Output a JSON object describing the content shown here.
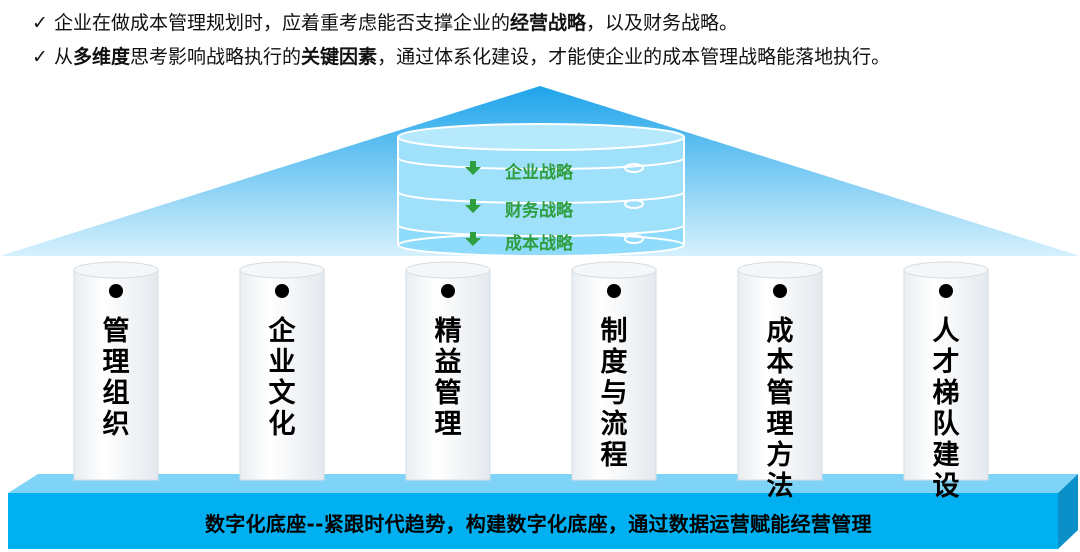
{
  "bullets": [
    {
      "check": "✓",
      "parts": [
        {
          "text": "企业在做成本管理规划时，应着重考虑能否支撑企业的",
          "bold": false
        },
        {
          "text": "经营战略",
          "bold": true
        },
        {
          "text": "，以及财务战略。",
          "bold": false
        }
      ]
    },
    {
      "check": "✓",
      "parts": [
        {
          "text": "从",
          "bold": false
        },
        {
          "text": "多维度",
          "bold": true
        },
        {
          "text": "思考影响战略执行的",
          "bold": false
        },
        {
          "text": "关键因素",
          "bold": true
        },
        {
          "text": "，通过体系化建设，才能使企业的成本管理战略能落地执行。",
          "bold": false
        }
      ]
    }
  ],
  "roof": {
    "strategies": [
      "企业战略",
      "财务战略",
      "成本战略"
    ]
  },
  "pillars": [
    "管理组织",
    "企业文化",
    "精益管理",
    "制度与流程",
    "成本管理方法",
    "人才梯队建设"
  ],
  "base": {
    "caption": "数字化底座--紧跟时代趋势，构建数字化底座，通过数据运营赋能经营管理"
  },
  "colors": {
    "roof_top": "#1ea4ea",
    "roof_bottom": "#d6f1fd",
    "base_front": "#00b0f0",
    "base_top": "#7fd3f7",
    "db_fill": "#9fe0fb",
    "strategy_text": "#2e9e3e"
  }
}
